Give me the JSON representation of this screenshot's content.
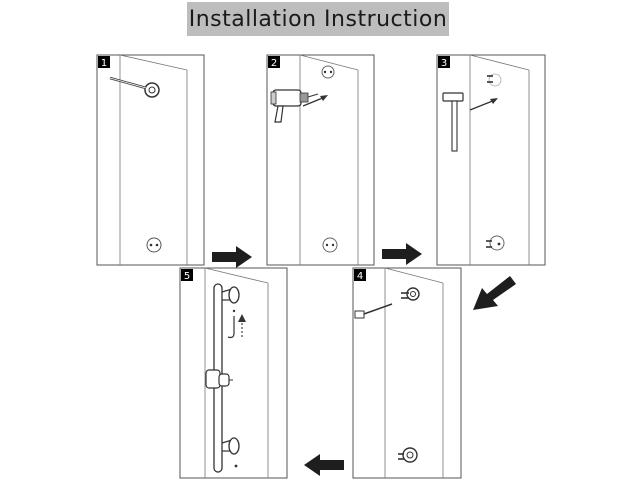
{
  "title": "Installation Instruction",
  "steps": [
    {
      "number": "1"
    },
    {
      "number": "2"
    },
    {
      "number": "3"
    },
    {
      "number": "4"
    },
    {
      "number": "5"
    }
  ],
  "colors": {
    "title_background": "#bdbdbd",
    "line": "#444444",
    "arrow": "#1e1e1e",
    "badge": "#000000"
  },
  "icons": {
    "pencil": "pencil-icon",
    "drill": "drill-icon",
    "hammer": "hammer-icon",
    "screw": "screw-icon",
    "slide_bar": "slide-bar-icon",
    "direction_arrow": "arrow-icon"
  }
}
